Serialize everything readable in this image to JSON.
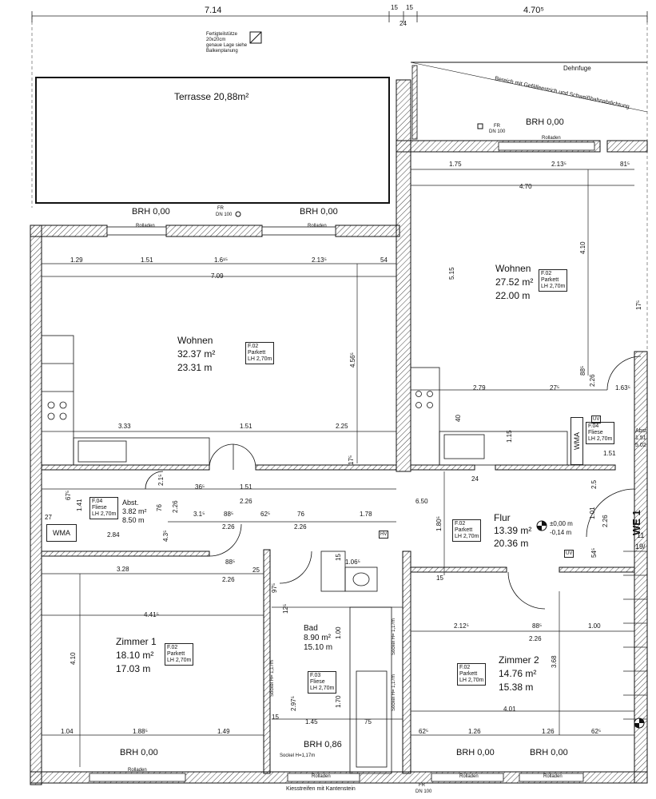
{
  "top_dims": {
    "d1": "7.14",
    "d2": "15",
    "d3": "15",
    "d4": "24",
    "d5": "4.70⁵"
  },
  "note_top": [
    "Fertigteilstütze",
    "20x20cm",
    "genaue Lage siehe",
    "Balkenplanung"
  ],
  "terrace": {
    "label": "Terrasse 20,88m²"
  },
  "dehnfuge": "Dehnfuge",
  "bereich": "Bereich mit Gefälleestrich und Schweißbahnabdichtung",
  "fr_dn": {
    "fr": "FR",
    "dn": "DN 100"
  },
  "brh": {
    "top_right": "BRH 0,00",
    "mid_left_a": "BRH 0,00",
    "mid_left_b": "BRH 0,00",
    "bottom_a": "BRH 0,00",
    "bottom_b": "BRH 0,86",
    "bottom_c": "BRH 0,00",
    "bottom_d": "BRH 0,00"
  },
  "rollladen": "Rolladen",
  "wohnen_left": {
    "name": "Wohnen",
    "area": "32.37 m²",
    "perimeter": "23.31 m",
    "tag": [
      "F.02",
      "Parkett",
      "LH 2,70m"
    ],
    "dims": [
      "1.29",
      "1.51",
      "1.6¹⁵",
      "2.13⁵",
      "54",
      "7.09",
      "3.33",
      "1.51",
      "2.25",
      "4.56⁵",
      "17⁵"
    ]
  },
  "wohnen_right": {
    "name": "Wohnen",
    "area": "27.52 m²",
    "perimeter": "22.00 m",
    "tag": [
      "F.02",
      "Parkett",
      "LH 2,70m"
    ],
    "dims": [
      "1.75",
      "2.13⁵",
      "81⁵",
      "4.70",
      "5.15",
      "4.10",
      "17⁵",
      "2.79",
      "27⁵",
      "88⁵",
      "2.26",
      "1.63⁵",
      "40",
      "1.15",
      "24"
    ]
  },
  "abst_right": {
    "tag": [
      "F.04",
      "Fliese",
      "LH 2,70m"
    ],
    "label": "Abst.",
    "area": "1.51",
    "per": "5.02",
    "dim": "1.51"
  },
  "abst_left": {
    "tag": [
      "F.04",
      "Fliese",
      "LH 2,70m"
    ],
    "label": "Abst.",
    "area": "3.82 m²",
    "per": "8.50 m"
  },
  "wma": "WMA",
  "flur": {
    "name": "Flur",
    "area": "13.39 m²",
    "perimeter": "20.36 m",
    "tag": [
      "F.02",
      "Parkett",
      "LH 2,70m"
    ],
    "level": [
      "±0,00 m",
      "-0,14 m"
    ],
    "dims": [
      "36⁵",
      "1.51",
      "2.26",
      "3.1⁵",
      "88⁵",
      "62⁵",
      "76",
      "1.78",
      "2.26",
      "2.26",
      "6.50",
      "1.80⁵",
      "15",
      "2.26",
      "1.01",
      "2.5",
      "54⁵",
      "2.84",
      "4.3⁵",
      "67⁵",
      "1.41",
      "27",
      "76",
      "2.1⁵",
      "2.26"
    ]
  },
  "we1": "WE 1",
  "stair_marks": [
    "11",
    "19/"
  ],
  "hv": "HV",
  "uv": "UV",
  "zimmer1": {
    "name": "Zimmer 1",
    "area": "18.10 m²",
    "perimeter": "17.03 m",
    "tag": [
      "F.02",
      "Parkett",
      "LH 2,70m"
    ],
    "dims": [
      "3.28",
      "88⁵",
      "2.26",
      "25",
      "4.41⁵",
      "4.10",
      "1.04",
      "1.88⁵",
      "1.49"
    ]
  },
  "bad": {
    "name": "Bad",
    "area": "8.90 m²",
    "perimeter": "15.10 m",
    "tag": [
      "F.03",
      "Fliese",
      "LH 2,70m"
    ],
    "dims": [
      "1.06⁵",
      "15",
      "97⁵",
      "12⁵",
      "1.00",
      "1.70",
      "2.97⁵",
      "1.45",
      "75",
      "15"
    ],
    "sockel": [
      "Sockel H= 1,17m",
      "Sockel H= 1,17m",
      "Sockel H= 1,17m",
      "Sockel H=1,17m"
    ]
  },
  "zimmer2": {
    "name": "Zimmer 2",
    "area": "14.76 m²",
    "perimeter": "15.38 m",
    "tag": [
      "F.02",
      "Parkett",
      "LH 2,70m"
    ],
    "dims": [
      "2.12⁵",
      "88⁵",
      "2.26",
      "1.00",
      "3.68",
      "4.01",
      "62⁵",
      "1.26",
      "1.26",
      "62⁵"
    ]
  },
  "kies": "Kiesstreifen mit Kantenstein",
  "fr_dn_bottom": {
    "fr": "FR",
    "dn": "DN 100"
  }
}
